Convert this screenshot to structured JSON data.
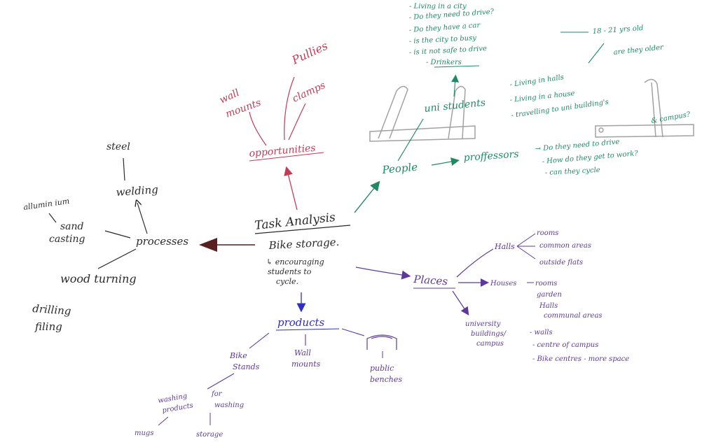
{
  "colors": {
    "black": "#2a2a2a",
    "red": "#c23b55",
    "green": "#1f8a63",
    "purple": "#5e3a98",
    "blue": "#2e2fc4",
    "brown": "#5a1f1f"
  },
  "center": {
    "title": "Task Analysis",
    "subtitle": "Bike storage.",
    "line1": "↳ encouraging",
    "line2": "students to",
    "line3": "cycle."
  },
  "processes": {
    "label": "processes",
    "welding": "welding",
    "steel": "steel",
    "sand": "sand",
    "casting": "casting",
    "allumin": "allumin ium",
    "wood": "wood turning",
    "drilling": "drilling",
    "filing": "filing"
  },
  "opportunities": {
    "label": "opportunities",
    "wall": "wall",
    "mounts": "mounts",
    "pullies": "Pullies",
    "clamps": "clamps"
  },
  "people": {
    "label": "People",
    "uni": "uni students",
    "living_halls": "- Living in halls",
    "living_house": "- Living in a house",
    "travelling": "- travelling to uni building's",
    "campus": "& campus?",
    "list": [
      "- Living in a city",
      "- Do they need to drive?",
      "- Do they have a car",
      "- is the city to busy",
      "- is it not safe to drive"
    ],
    "drinkers": "- Drinkers",
    "age": "18 - 21 yrs old",
    "older": "are they older",
    "proff": "proffessors",
    "proff_q": [
      "→ Do they need to drive",
      "- How do they get to work?",
      "- can they cycle"
    ]
  },
  "places": {
    "label": "Places",
    "halls": "Halls",
    "halls_items": [
      "rooms",
      "common areas",
      "outside flats"
    ],
    "houses": "Houses",
    "houses_items": [
      "rooms",
      "garden",
      "Halls",
      "communal areas"
    ],
    "university": "university",
    "buildings": "buildings/",
    "campus": "campus",
    "uni_items": [
      "- walls",
      "- centre of campus",
      "- Bike centres - more space"
    ]
  },
  "products": {
    "label": "products",
    "bike": "Bike",
    "stands": "Stands",
    "wall": "Wall",
    "mounts": "mounts",
    "public": "public",
    "benches": "benches",
    "washing": "washing",
    "products_w": "products",
    "for": "for",
    "washing2": "washing",
    "mugs": "mugs",
    "storage": "storage"
  }
}
